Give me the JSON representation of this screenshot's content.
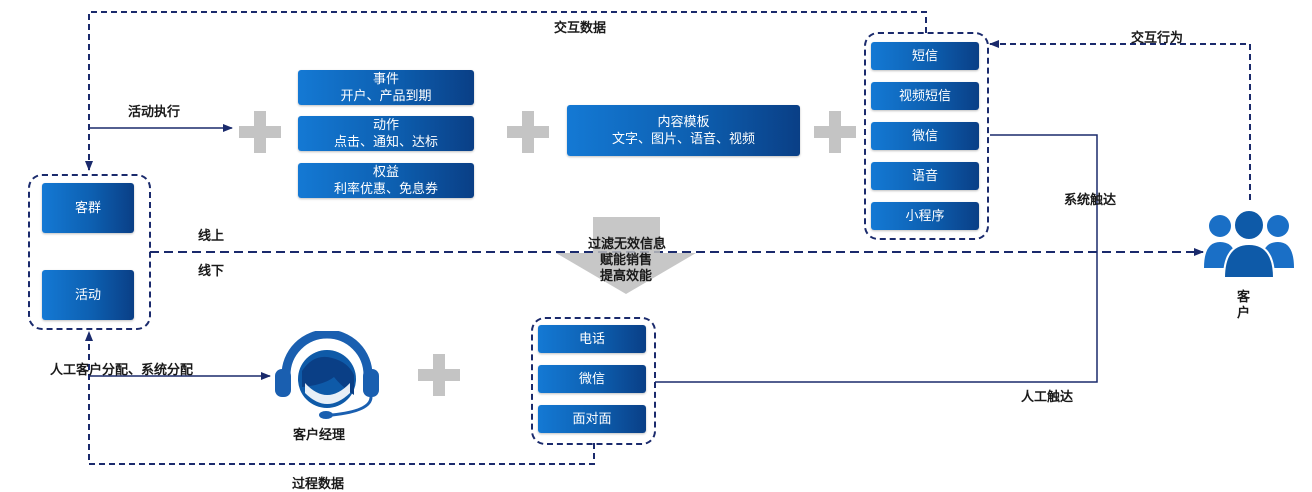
{
  "labels": {
    "interaction_data": "交互数据",
    "interaction_behavior": "交互行为",
    "activity_execution": "活动执行",
    "system_reach": "系统触达",
    "online": "线上",
    "offline": "线下",
    "filter_line1": "过滤无效信息",
    "filter_line2": "赋能销售",
    "filter_line3": "提高效能",
    "manual_assign": "人工客户分配、系统分配",
    "manual_reach": "人工触达",
    "process_data": "过程数据",
    "account_manager": "客户经理",
    "customer": "客户"
  },
  "left_group": {
    "segment": "客群",
    "activity": "活动"
  },
  "triggers": [
    {
      "title": "事件",
      "detail": "开户、产品到期"
    },
    {
      "title": "动作",
      "detail": "点击、通知、达标"
    },
    {
      "title": "权益",
      "detail": "利率优惠、免息券"
    }
  ],
  "content_template": {
    "title": "内容模板",
    "detail": "文字、图片、语音、视频"
  },
  "online_channels": [
    "短信",
    "视频短信",
    "微信",
    "语音",
    "小程序"
  ],
  "offline_channels": [
    "电话",
    "微信",
    "面对面"
  ],
  "icons": [
    "plus-icon",
    "headset-agent-icon",
    "user-group-icon",
    "funnel-arrow-icon"
  ],
  "colors": {
    "accent": "#0d5fb0",
    "line": "#1a2a6c",
    "plus": "#c4c4c4"
  }
}
